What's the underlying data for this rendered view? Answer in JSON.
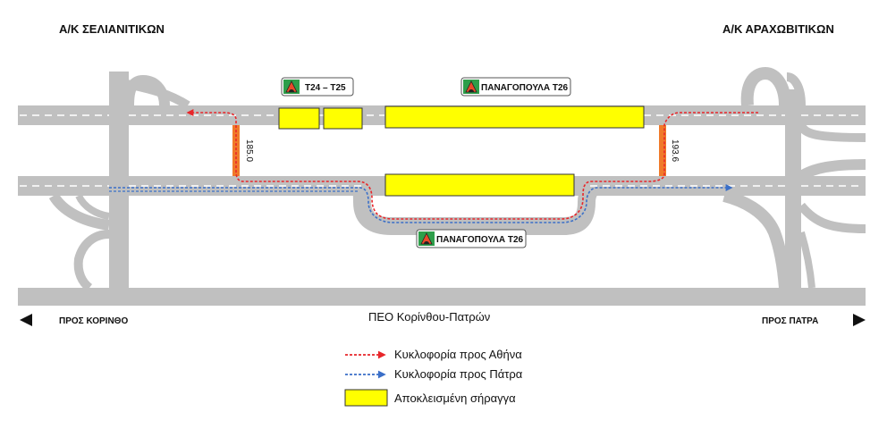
{
  "junctions": {
    "left": "Α/Κ ΣΕΛΙΑΝΙΤΙΚΩΝ",
    "right": "Α/Κ ΑΡΑΧΩΒΙΤΙΚΩΝ"
  },
  "tunnels": {
    "top_small": "Τ24 – Τ25",
    "top_large": "ΠΑΝΑΓΟΠΟΥΛΑ Τ26",
    "bottom": "ΠΑΝΑΓΟΠΟΥΛΑ Τ26"
  },
  "crossovers": {
    "left_km": "185.0",
    "right_km": "193.6"
  },
  "road": {
    "name": "ΠΕΟ Κορίνθου-Πατρών",
    "left_direction": "ΠΡΟΣ ΚΟΡΙΝΘΟ",
    "right_direction": "ΠΡΟΣ ΠΑΤΡΑ"
  },
  "legend": {
    "athens": "Κυκλοφορία προς Αθήνα",
    "patra": "Κυκλοφορία προς Πάτρα",
    "closed": "Αποκλεισμένη σήραγγα"
  },
  "colors": {
    "road": "#c0c0c0",
    "closed_tunnel": "#ffff00",
    "athens_traffic": "#e8262a",
    "patra_traffic": "#3a6fc8",
    "crossover": "#f07a2a"
  }
}
